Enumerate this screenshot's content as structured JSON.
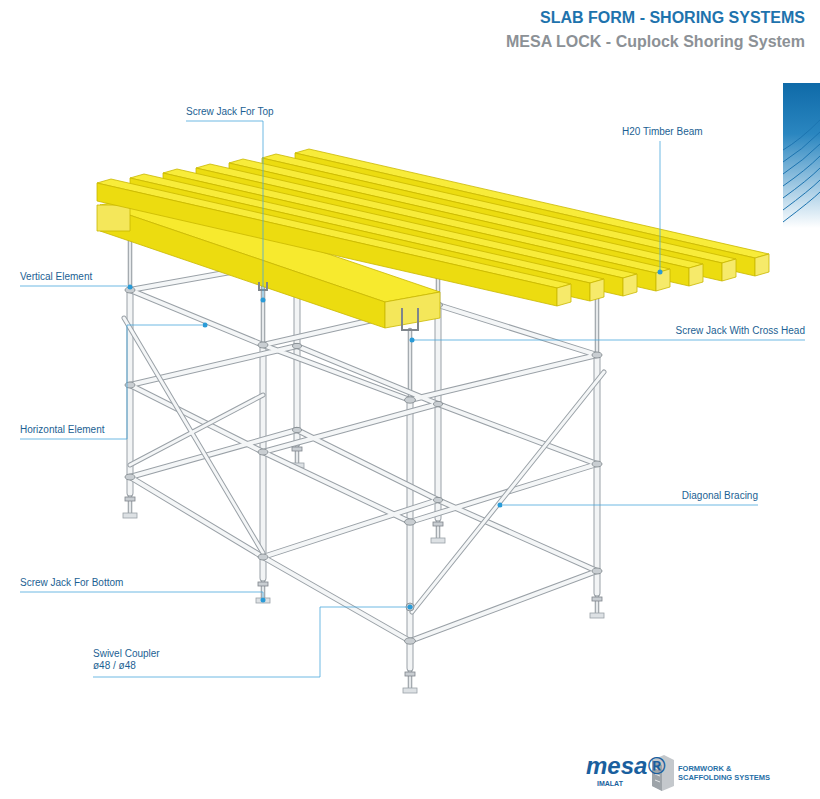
{
  "diagram": {
    "title": "SLAB FORM - SHORING SYSTEMS",
    "labels": [
      "MESA LOCK - Cuplock Shoring System",
      "Screw Jack For Top",
      "H20 Timber Beam",
      "Vertical Element",
      "Screw Jack With Cross Head",
      "Horizontal Element",
      "Diagonal Bracing",
      "Screw Jack For Bottom",
      "Swivel Coupler ø48 / ø48",
      "mesa®",
      "IMALAT",
      "FORMWORK & SCAFFOLDING SYSTEMS"
    ]
  }
}
